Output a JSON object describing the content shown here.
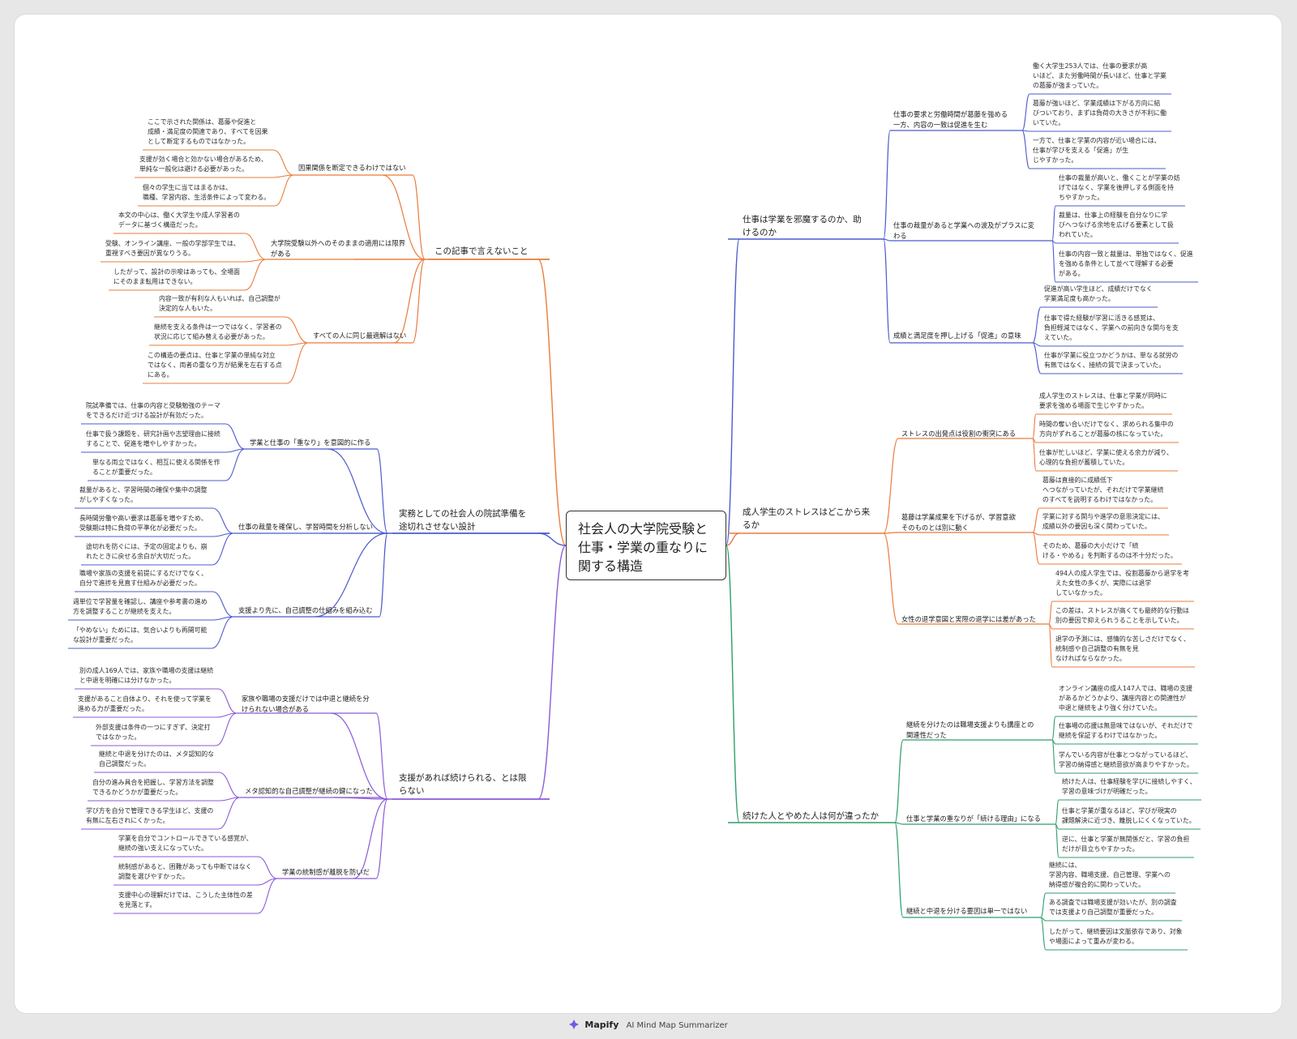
{
  "root": "社会人の大学院受験と\n仕事・学業の重なりに\n関する構造",
  "colors": {
    "blue": "#4b5bcc",
    "orange": "#ea7b3b",
    "green": "#2f9e6a",
    "purple": "#8a5ad8",
    "root_border": "#333333"
  },
  "branches": [
    {
      "label": "仕事は学業を邪魔するのか、助\nけるのか",
      "color": "blue",
      "children": [
        {
          "label": "仕事の要求と労働時間が葛藤を強める\n一方、内容の一致は促進を生む",
          "leaves": [
            "働く大学生253人では、仕事の要求が高\nいほど、また労働時間が長いほど、仕事と学業\nの葛藤が強まっていた。",
            "葛藤が強いほど、学業成績は下がる方向に結\nびついており、まずは負荷の大きさが不利に働\nいていた。",
            "一方で、仕事と学業の内容が近い場合には、\n仕事が学びを支える「促進」が生\nじやすかった。"
          ]
        },
        {
          "label": "仕事の裁量があると学業への波及がプラスに変\nわる",
          "leaves": [
            "仕事の裁量が高いと、働くことが学業の妨\nげではなく、学業を後押しする側面を持\nちやすかった。",
            "裁量は、仕事上の経験を自分なりに学\nびへつなげる余地を広げる要素として扱\nわれていた。",
            "仕事の内容一致と裁量は、単独ではなく、促進\nを強める条件として並べて理解する必要\nがある。"
          ]
        },
        {
          "label": "成績と満足度を押し上げる「促進」の意味",
          "leaves": [
            "促進が高い学生ほど、成績だけでなく\n学業満足度も高かった。",
            "仕事で得た経験が学習に活きる感覚は、\n負担軽減ではなく、学業への前向きな関与を支\nえていた。",
            "仕事が学業に役立つかどうかは、単なる就労の\n有無ではなく、接続の質で決まっていた。"
          ]
        }
      ]
    },
    {
      "label": "成人学生のストレスはどこから来\nるか",
      "color": "orange",
      "children": [
        {
          "label": "ストレスの出発点は役割の衝突にある",
          "leaves": [
            "成人学生のストレスは、仕事と学業が同時に\n要求を強める場面で生じやすかった。",
            "時間の奪い合いだけでなく、求められる集中の\n方向がずれることが葛藤の核になっていた。",
            "仕事が忙しいほど、学業に使える余力が減り、\n心理的な負担が蓄積していた。"
          ]
        },
        {
          "label": "葛藤は学業成果を下げるが、学習意欲\nそのものとは別に動く",
          "leaves": [
            "葛藤は直接的に成績低下\nへつながっていたが、それだけで学業継続\nのすべてを説明するわけではなかった。",
            "学業に対する関与や進学の意思決定には、\n成績以外の要因も深く関わっていた。",
            "そのため、葛藤の大小だけで「続\nける・やめる」を判断するのは不十分だった。"
          ]
        },
        {
          "label": "女性の退学意図と実際の退学には差があった",
          "leaves": [
            "494人の成人学生では、役割葛藤から退学を考\nえた女性の多くが、実際には退学\nしていなかった。",
            "この差は、ストレスが高くても最終的な行動は\n別の要因で抑えられうることを示していた。",
            "退学の予測には、感情的な苦しさだけでなく、\n統制感や自己調整の有無を見\nなければならなかった。"
          ]
        }
      ]
    },
    {
      "label": "続けた人とやめた人は何が違ったか",
      "color": "green",
      "children": [
        {
          "label": "継続を分けたのは職場支援よりも講座との\n関連性だった",
          "leaves": [
            "オンライン講座の成人147人では、職場の支援\nがあるかどうかより、講座内容との関連性が\n中退と継続をより強く分けていた。",
            "仕事場の応援は無意味ではないが、それだけで\n継続を保証するわけではなかった。",
            "学んでいる内容が仕事とつながっているほど、\n学習の納得感と継続意欲が高まりやすかった。"
          ]
        },
        {
          "label": "仕事と学業の重なりが「続ける理由」になる",
          "leaves": [
            "続けた人は、仕事経験を学びに接続しやすく、\n学習の意味づけが明確だった。",
            "仕事と学業が重なるほど、学びが現実の\n課題解決に近づき、離脱しにくくなっていた。",
            "逆に、仕事と学業が無関係だと、学習の負担\nだけが目立ちやすかった。"
          ]
        },
        {
          "label": "継続と中退を分ける要因は単一ではない",
          "leaves": [
            "継続には、\n学習内容、職場支援、自己管理、学業への\n納得感が複合的に関わっていた。",
            "ある調査では職場支援が効いたが、別の調査\nでは支援より自己調整が重要だった。",
            "したがって、継続要因は文脈依存であり、対象\nや場面によって重みが変わる。"
          ]
        }
      ]
    },
    {
      "label": "この記事で言えないこと",
      "color": "orange",
      "children": [
        {
          "label": "因果関係を断定できるわけではない",
          "leaves": [
            "ここで示された関係は、葛藤や促進と\n成績・満足度の関連であり、すべてを因果\nとして断定するものではなかった。",
            "支援が効く場合と効かない場合があるため、\n単純な一般化は避ける必要があった。",
            "個々の学生に当てはまるかは、\n職種、学習内容、生活条件によって変わる。"
          ]
        },
        {
          "label": "大学院受験以外へのそのままの適用には限界\nがある",
          "leaves": [
            "本文の中心は、働く大学生や成人学習者の\nデータに基づく構造だった。",
            "受験、オンライン講座、一般の学部学生では、\n重視すべき要因が異なりうる。",
            "したがって、設計の示唆はあっても、全場面\nにそのまま転用はできない。"
          ]
        },
        {
          "label": "すべての人に同じ最適解はない",
          "leaves": [
            "内容一致が有利な人もいれば、自己調整が\n決定的な人もいた。",
            "継続を支える条件は一つではなく、学習者の\n状況に応じて組み替える必要があった。",
            "この構造の要点は、仕事と学業の単純な対立\nではなく、両者の重なり方が結果を左右する点\nにある。"
          ]
        }
      ]
    },
    {
      "label": "実務としての社会人の院試準備を\n途切れさせない設計",
      "color": "blue",
      "children": [
        {
          "label": "学業と仕事の「重なり」を意図的に作る",
          "leaves": [
            "院試準備では、仕事の内容と受験勉強のテーマ\nをできるだけ近づける設計が有効だった。",
            "仕事で扱う課題を、研究計画や志望理由に接続\nすることで、促進を増やしやすかった。",
            "単なる両立ではなく、相互に使える関係を作\nることが重要だった。"
          ]
        },
        {
          "label": "仕事の裁量を確保し、学習時間を分析しない",
          "leaves": [
            "裁量があると、学習時間の確保や集中の調整\nがしやすくなった。",
            "長時間労働や高い要求は葛藤を増やすため、\n受験期は特に負荷の平準化が必要だった。",
            "途切れを防ぐには、予定の固定よりも、崩\nれたときに戻せる余白が大切だった。"
          ]
        },
        {
          "label": "支援より先に、自己調整の仕組みを組み込む",
          "leaves": [
            "職場や家族の支援を前提にするだけでなく、\n自分で進捗を見直す仕組みが必要だった。",
            "週単位で学習量を確認し、講座や参考書の進め\n方を調整することが継続を支えた。",
            "「やめない」ためには、気合いよりも再開可能\nな設計が重要だった。"
          ]
        }
      ]
    },
    {
      "label": "支援があれば続けられる、とは限\nらない",
      "color": "purple",
      "children": [
        {
          "label": "家族や職場の支援だけでは中退と継続を分\nけられない場合がある",
          "leaves": [
            "別の成人169人では、家族や職場の支援は継続\nと中退を明確には分けなかった。",
            "支援があること自体より、それを使って学業を\n進める力が重要だった。",
            "外部支援は条件の一つにすぎず、決定打\nではなかった。"
          ]
        },
        {
          "label": "メタ認知的な自己調整が継続の鍵になった",
          "leaves": [
            "継続と中退を分けたのは、メタ認知的な\n自己調整だった。",
            "自分の進み具合を把握し、学習方法を調整\nできるかどうかが重要だった。",
            "学び方を自分で管理できる学生ほど、支援の\n有無に左右されにくかった。"
          ]
        },
        {
          "label": "学業の統制感が離脱を防いだ",
          "leaves": [
            "学業を自分でコントロールできている感覚が、\n継続の強い支えになっていた。",
            "統制感があると、困難があっても中断ではなく\n調整を選びやすかった。",
            "支援中心の理解だけでは、こうした主体性の差\nを見落とす。"
          ]
        }
      ]
    }
  ],
  "footer": {
    "brand": "Mapify",
    "tagline": "AI Mind Map Summarizer"
  }
}
